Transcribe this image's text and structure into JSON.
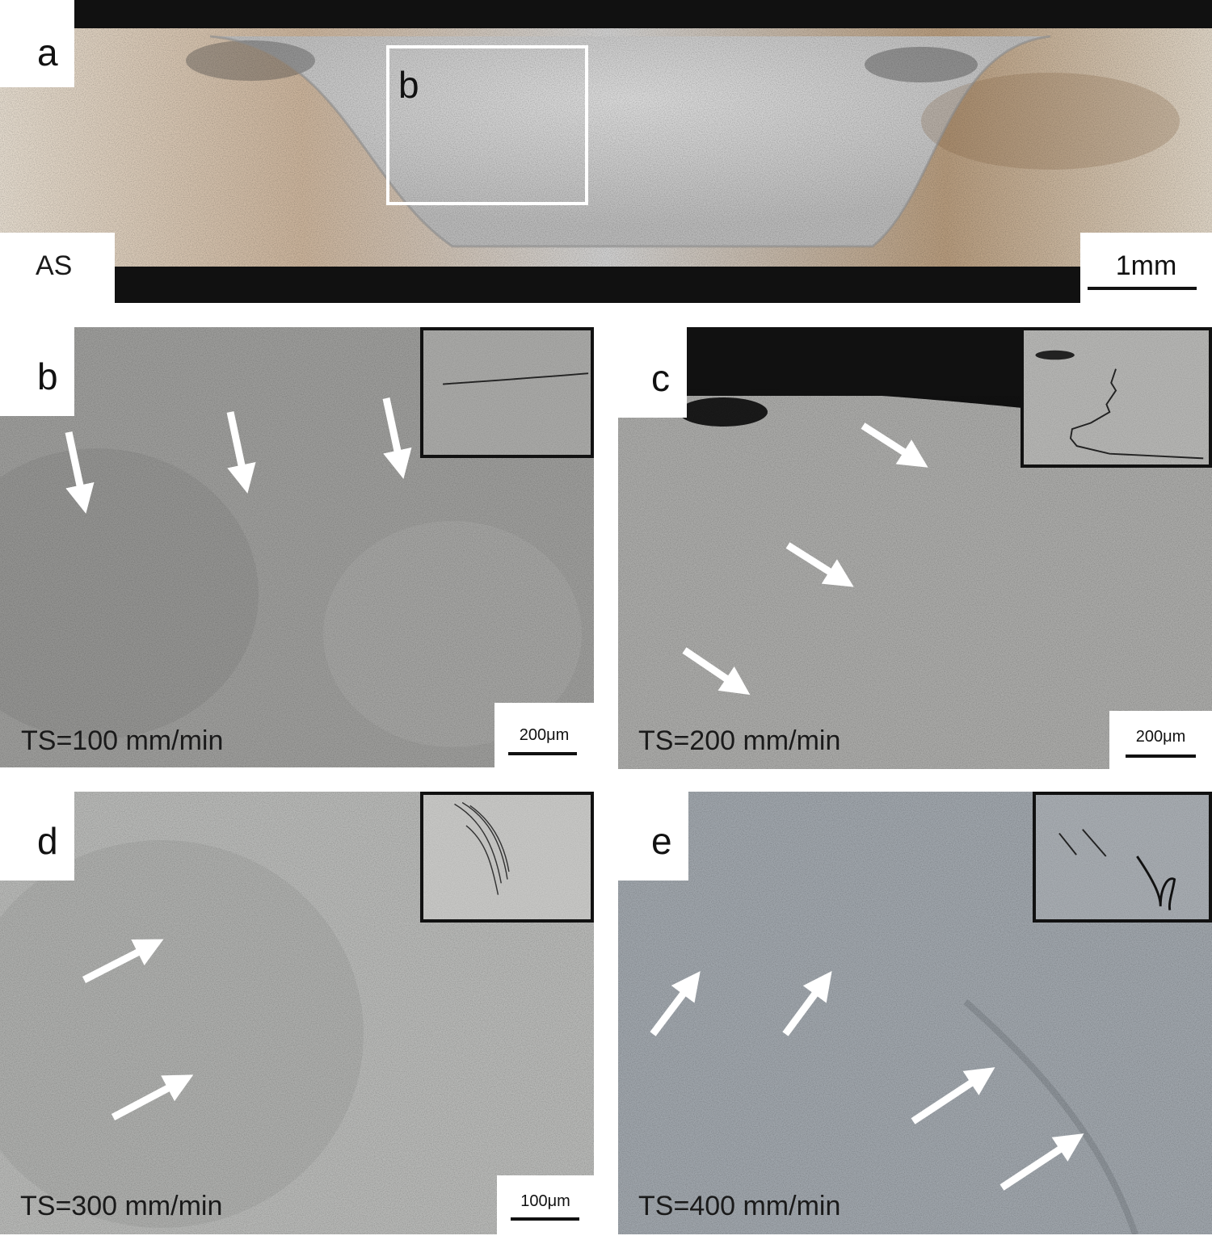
{
  "panels": {
    "a": {
      "letter": "a",
      "box_label": "b",
      "side_label": "AS",
      "scale_bar": "1mm"
    },
    "b": {
      "letter": "b",
      "condition": "TS=100 mm/min",
      "scale_bar": "200μm"
    },
    "c": {
      "letter": "c",
      "condition": "TS=200 mm/min",
      "scale_bar": "200μm"
    },
    "d": {
      "letter": "d",
      "condition": "TS=300 mm/min",
      "scale_bar": "100μm"
    },
    "e": {
      "letter": "e",
      "condition": "TS=400 mm/min"
    }
  },
  "colors": {
    "arrow": "#ffffff",
    "text": "#111111",
    "inset_border": "#111111"
  }
}
